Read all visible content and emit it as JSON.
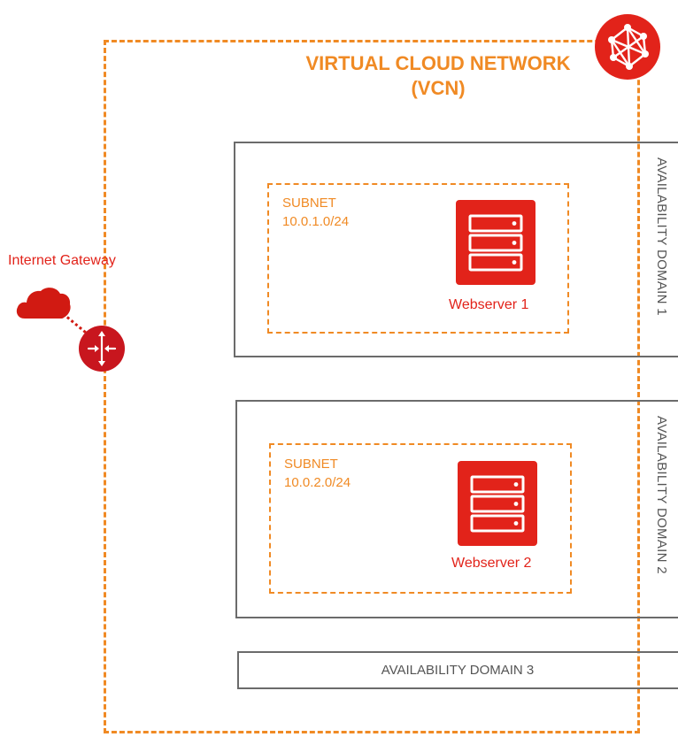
{
  "vcn": {
    "title_line1": "VIRTUAL CLOUD NETWORK",
    "title_line2": "(VCN)"
  },
  "gateway": {
    "label": "Internet Gateway"
  },
  "availability_domains": [
    {
      "label": "AVAILABILITY DOMAIN 1",
      "subnet": {
        "title": "SUBNET",
        "cidr": "10.0.1.0/24"
      },
      "server": {
        "label": "Webserver 1"
      }
    },
    {
      "label": "AVAILABILITY DOMAIN 2",
      "subnet": {
        "title": "SUBNET",
        "cidr": "10.0.2.0/24"
      },
      "server": {
        "label": "Webserver 2"
      }
    },
    {
      "label": "AVAILABILITY DOMAIN 3"
    }
  ],
  "icons": {
    "network": "network-mesh-icon",
    "cloud": "cloud-icon",
    "router": "router-icon",
    "server": "server-icon"
  },
  "colors": {
    "accent_orange": "#f08a24",
    "brand_red": "#e2231a",
    "border_gray": "#6b6b6b",
    "text_gray": "#555555"
  }
}
